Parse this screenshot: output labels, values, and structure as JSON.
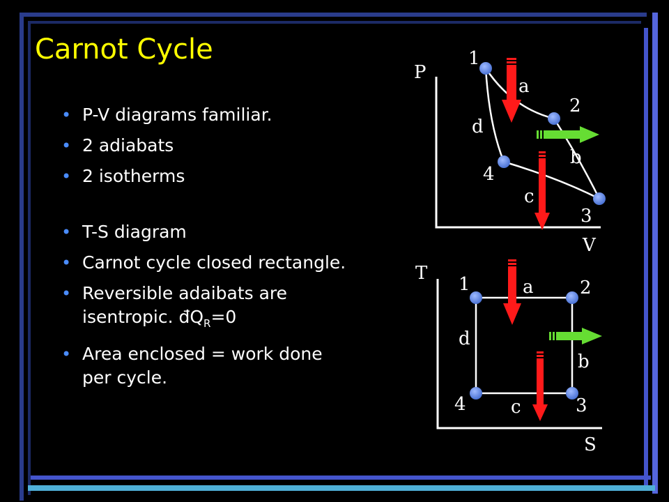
{
  "slide": {
    "title": "Carnot Cycle",
    "bullets": [
      "P-V diagrams familiar.",
      "2 adiabats",
      "2 isotherms",
      "T-S diagram",
      "Carnot cycle closed rectangle.",
      "Reversible adaibats are isentropic. đQ",
      "Area enclosed = work done per cycle."
    ],
    "bullet6_sub": "R",
    "bullet6_tail": "=0"
  },
  "pv_diagram": {
    "y_axis": "P",
    "x_axis": "V",
    "points": [
      "1",
      "2",
      "3",
      "4"
    ],
    "processes": [
      "a",
      "b",
      "c",
      "d"
    ]
  },
  "ts_diagram": {
    "y_axis": "T",
    "x_axis": "S",
    "points": [
      "1",
      "2",
      "3",
      "4"
    ],
    "processes": [
      "a",
      "b",
      "c",
      "d"
    ]
  },
  "colors": {
    "title": "#ffff00",
    "bullet": "#4a8cff",
    "heat_arrow": "#ff1a1a",
    "work_arrow": "#66dd33",
    "vertex": "#5b86e5"
  }
}
